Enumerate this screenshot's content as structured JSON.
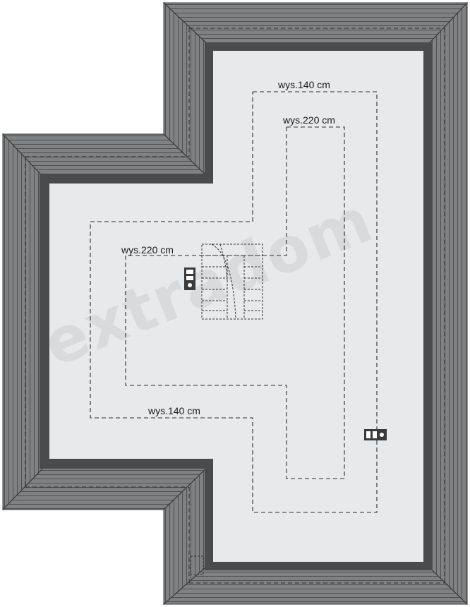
{
  "plan": {
    "labels": {
      "top_outer": "wys.140 cm",
      "top_inner": "wys.220 cm",
      "left_inner": "wys.220 cm",
      "bottom_outer": "wys.140 cm"
    },
    "watermark": "extradom",
    "colors": {
      "roof_fill": "#7a7b7d",
      "roof_stripe": "#5a5b5d",
      "floor": "#e8e9ea",
      "wall": "#4a4b4d",
      "dashed": "#333333"
    },
    "icons": [
      "chimney-icon",
      "chimney-icon",
      "staircase-icon"
    ]
  }
}
